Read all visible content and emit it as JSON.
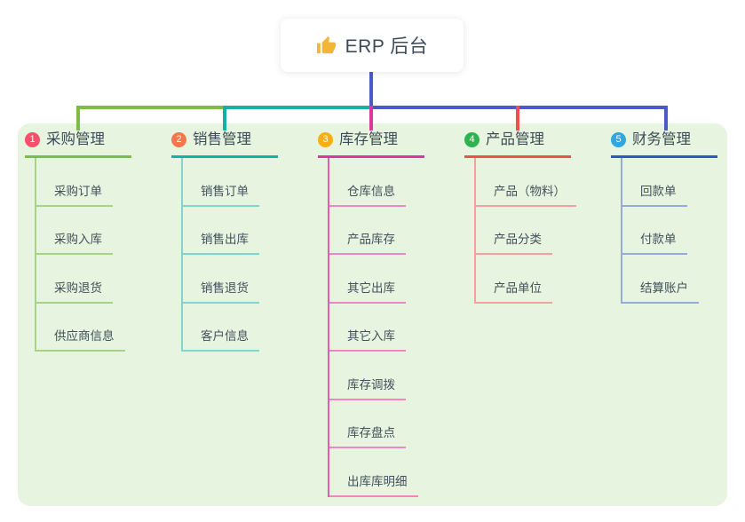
{
  "root": {
    "label": "ERP 后台",
    "icon": "thumbs-up-icon",
    "icon_color": "#f2b636"
  },
  "colors": {
    "trunk": "#4a5ac6",
    "panel_bg": "#e7f5e0",
    "card_bg": "#ffffff",
    "text": "#3c4b57"
  },
  "branches": [
    {
      "index": "1",
      "title": "采购管理",
      "badge_color": "#f4506c",
      "line_color": "#7cbd4a",
      "spine_color": "#a6d385",
      "child_line_color": "#a6d385",
      "children": [
        "采购订单",
        "采购入库",
        "采购退货",
        "供应商信息"
      ]
    },
    {
      "index": "2",
      "title": "销售管理",
      "badge_color": "#f8764b",
      "line_color": "#12b2a7",
      "spine_color": "#7fd6cd",
      "child_line_color": "#7fd6cd",
      "children": [
        "销售订单",
        "销售出库",
        "销售退货",
        "客户信息"
      ]
    },
    {
      "index": "3",
      "title": "库存管理",
      "badge_color": "#f9ae13",
      "line_color": "#d83a9e",
      "spine_color": "#e45caf",
      "child_line_color": "#ee85c4",
      "children": [
        "仓库信息",
        "产品库存",
        "其它出库",
        "其它入库",
        "库存调拨",
        "库存盘点",
        "出库库明细"
      ]
    },
    {
      "index": "4",
      "title": "产品管理",
      "badge_color": "#2fb350",
      "line_color": "#ea514f",
      "spine_color": "#f3a19e",
      "child_line_color": "#f3a19e",
      "children": [
        "产品（物料）",
        "产品分类",
        "产品单位"
      ]
    },
    {
      "index": "5",
      "title": "财务管理",
      "badge_color": "#2da8e0",
      "line_color": "#2e58c3",
      "spine_color": "#96abdd",
      "child_line_color": "#96abdd",
      "children": [
        "回款单",
        "付款单",
        "结算账户"
      ]
    }
  ]
}
